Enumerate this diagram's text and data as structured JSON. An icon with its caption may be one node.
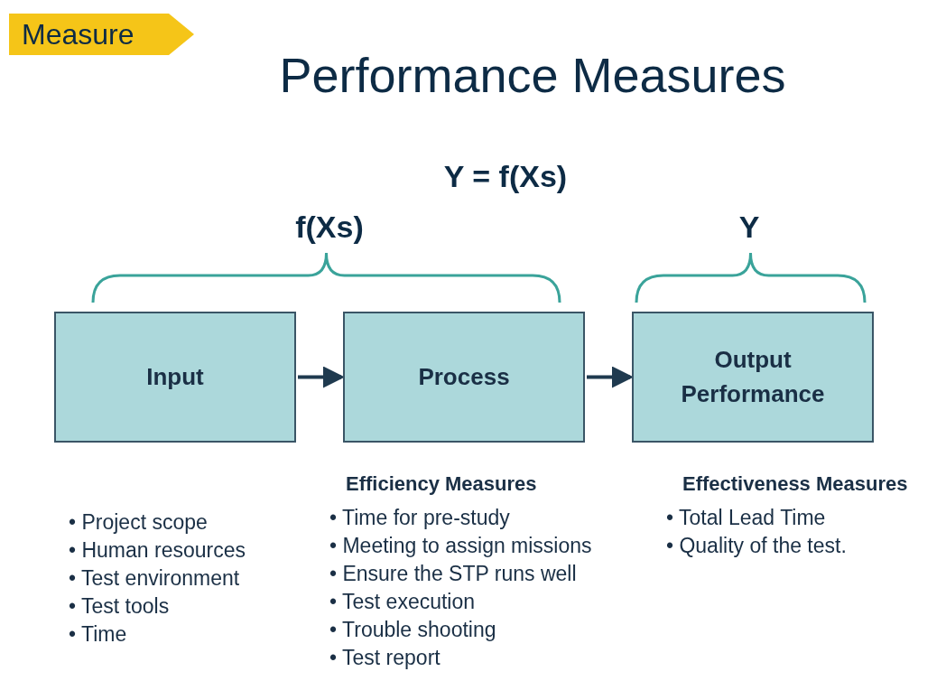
{
  "diagram": {
    "title": "Performance Measures",
    "nodes": [
      {
        "text": [
          "Measure"
        ]
      },
      {
        "text": [
          "Input"
        ],
        "beside": [
          "• Project scope",
          "• Human resources",
          "• Test environment",
          "• Test tools",
          "• Time"
        ]
      },
      {
        "text": [
          "Process"
        ],
        "beside": [
          "Efficiency Measures",
          "• Time for pre-study",
          "• Meeting to assign missions",
          "• Ensure the STP runs well",
          "• Test execution",
          "• Trouble shooting",
          "• Test report"
        ]
      },
      {
        "text": [
          "Output Performance"
        ],
        "beside": [
          "Effectiveness Measures",
          "• Total Lead Time",
          "• Quality of the test."
        ]
      }
    ],
    "edges": [
      {
        "from": 1,
        "to": 2,
        "arrow": "to"
      },
      {
        "from": 2,
        "to": 3,
        "arrow": "to"
      }
    ],
    "labels": [
      "Y = f(Xs)",
      "f(Xs)",
      "Y"
    ]
  }
}
